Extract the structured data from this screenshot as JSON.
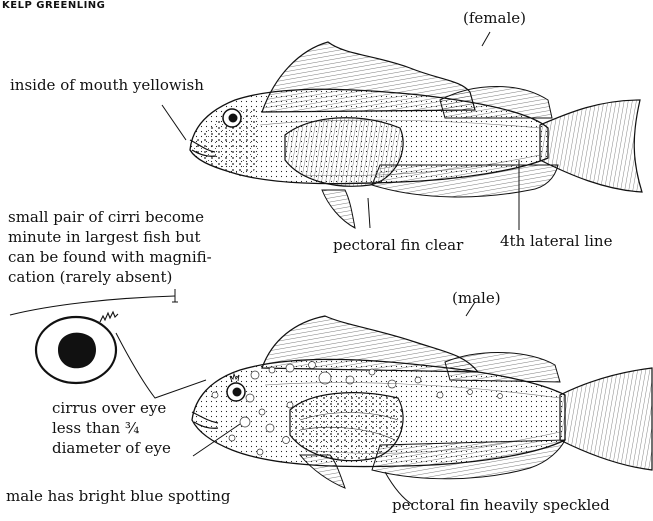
{
  "title": "KELP GREENLING",
  "female_fish": {
    "sex_label": "(female)",
    "mouth_note": "inside of mouth yellowish",
    "pectoral_note": "pectoral fin clear",
    "lateral_line_note": "4th lateral line"
  },
  "cirri_note": {
    "line1": "small pair of cirri become",
    "line2": "minute in largest fish but",
    "line3": "can be found with magnifi-",
    "line4": "cation (rarely absent)"
  },
  "male_fish": {
    "sex_label": "(male)",
    "cirrus_note": {
      "line1": "cirrus over eye",
      "line2": "less than ¾",
      "line3": "diameter of eye"
    },
    "spotting_note": "male has bright blue spotting",
    "pectoral_note": "pectoral fin heavily speckled"
  }
}
